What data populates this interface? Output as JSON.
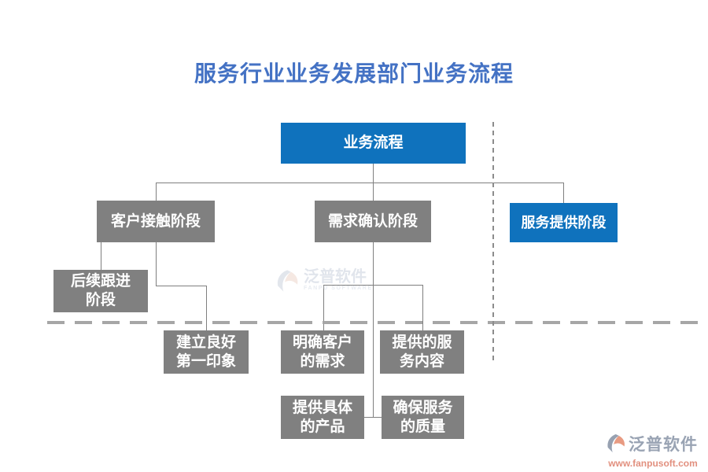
{
  "title": "服务行业业务发展部门业务流程",
  "colors": {
    "title_blue": "#4472C4",
    "node_blue": "#0F72BD",
    "node_gray": "#808080",
    "connector_gray": "#7F7F7F",
    "divider_gray": "#A6A6A6",
    "logo_url_orange": "#E2907F"
  },
  "nodes": {
    "root": {
      "label": "业务流程"
    },
    "customer_contact": {
      "label": "客户接触阶段"
    },
    "demand_confirm": {
      "label": "需求确认阶段"
    },
    "service_provide": {
      "label": "服务提供阶段"
    },
    "follow_up": {
      "label": "后续跟进\n阶段"
    },
    "first_impression": {
      "label": "建立良好\n第一印象"
    },
    "clarify_needs": {
      "label": "明确客户\n的需求"
    },
    "service_content": {
      "label": "提供的服\n务内容"
    },
    "specific_products": {
      "label": "提供具体\n的产品"
    },
    "ensure_quality": {
      "label": "确保服务\n的质量"
    }
  },
  "watermark": {
    "name": "泛普软件",
    "subtitle": "FANPU SOFTWARE"
  },
  "footer_logo": {
    "name": "泛普软件",
    "url": "www.fanpusoft.com"
  }
}
